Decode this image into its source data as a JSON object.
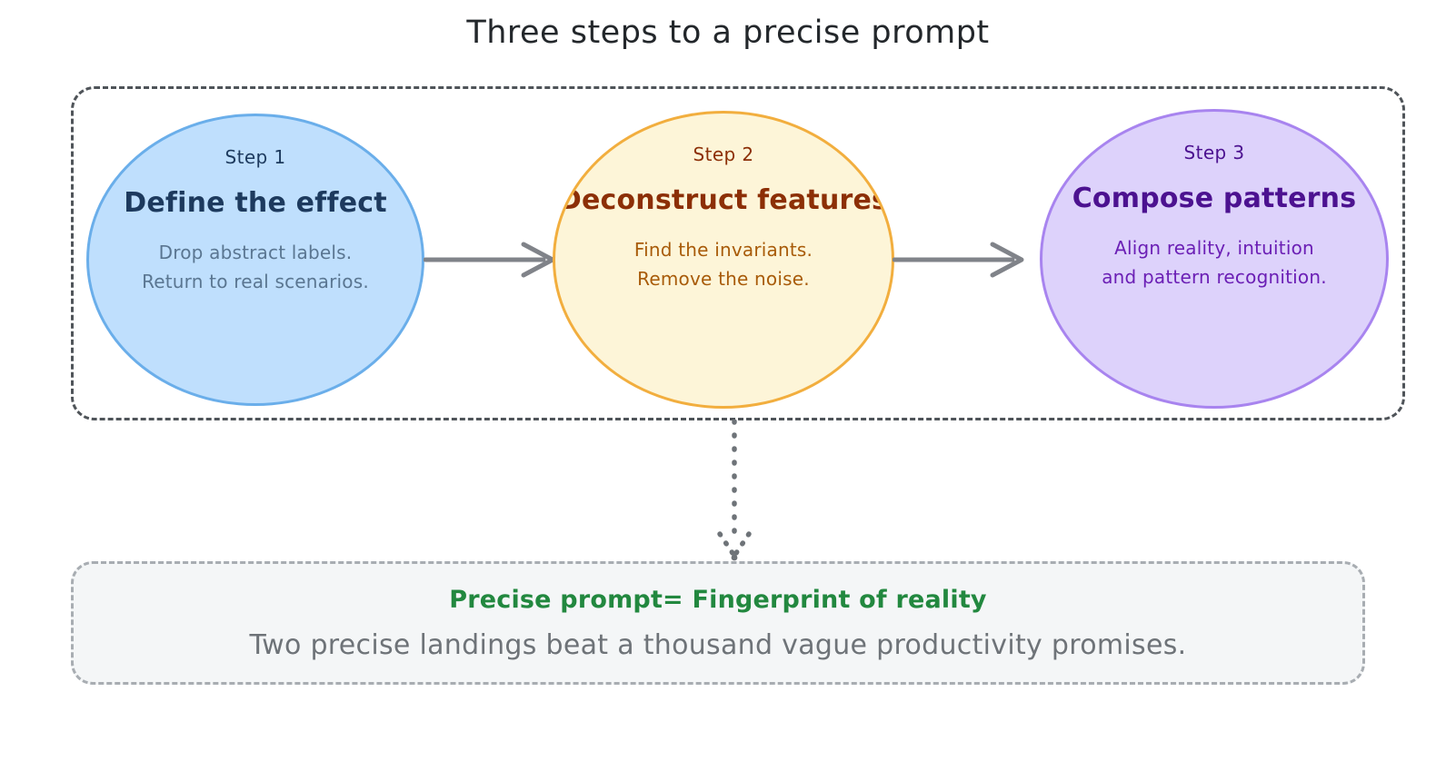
{
  "title": "Three steps to a precise prompt",
  "steps": [
    {
      "label": "Step 1",
      "heading": "Define the effect",
      "body": "Drop abstract labels.\nReturn to real scenarios.",
      "fill": "#bfdffd",
      "stroke": "#6aaeea",
      "heading_color": "#1d3a5e",
      "body_color": "#5a7691"
    },
    {
      "label": "Step 2",
      "heading": "Deconstruct features",
      "body": "Find the invariants.\nRemove the noise.",
      "fill": "#fdf5d8",
      "stroke": "#f2ae3e",
      "heading_color": "#8c2f06",
      "body_color": "#a85b09"
    },
    {
      "label": "Step 3",
      "heading": "Compose patterns",
      "body": "Align reality, intuition\nand pattern recognition.",
      "fill": "#ddd2fb",
      "stroke": "#a884ef",
      "heading_color": "#4c1290",
      "body_color": "#6b1fb5"
    }
  ],
  "connectors": {
    "arrow_color": "#808389",
    "dotted_color": "#6e7378",
    "arrow_1": "step-1-to-step-2-arrow",
    "arrow_2": "step-2-to-step-3-arrow",
    "dotted_down": "steps-to-summary-dotted-arrow"
  },
  "container": {
    "border_color": "#4f5459",
    "border_style": "dashed"
  },
  "summary": {
    "heading": "Precise prompt= Fingerprint of reality",
    "subtext": "Two precise landings beat a thousand vague productivity promises.",
    "heading_color": "#22883f",
    "subtext_color": "#6e7378",
    "fill": "#f4f6f7",
    "border_color": "#a8adb2"
  }
}
